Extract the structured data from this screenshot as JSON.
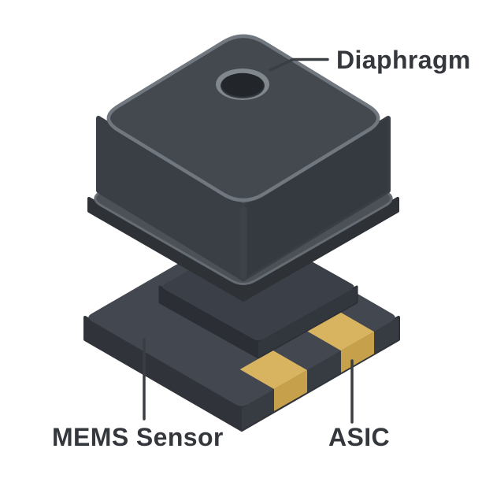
{
  "diagram": {
    "labels": {
      "diaphragm": "Diaphragm",
      "mems_sensor": "MEMS Sensor",
      "asic": "ASIC"
    }
  },
  "theme": {
    "text-color": "#34383d",
    "leader-line": "#3a3e43",
    "cube-top": "#444950",
    "cube-edge": "#70777e",
    "cube-left": "#3a3f45",
    "cube-right": "#353a40",
    "cube-corner": "#3d4248",
    "flange-top": "#4b5157",
    "flange-edge": "#656c73",
    "flange-side": "#2e3237",
    "board-top": "#424750",
    "board-left": "#30343a",
    "board-right": "#373c42",
    "mesa-top": "#3b4048",
    "mesa-left": "#2b2f35",
    "mesa-right": "#32373d",
    "gold-top": "#d9b460",
    "gold-side": "#c6a04b",
    "hole-rim": "#80878d",
    "hole-base": "#333940",
    "hole-dark": "#22262b"
  }
}
